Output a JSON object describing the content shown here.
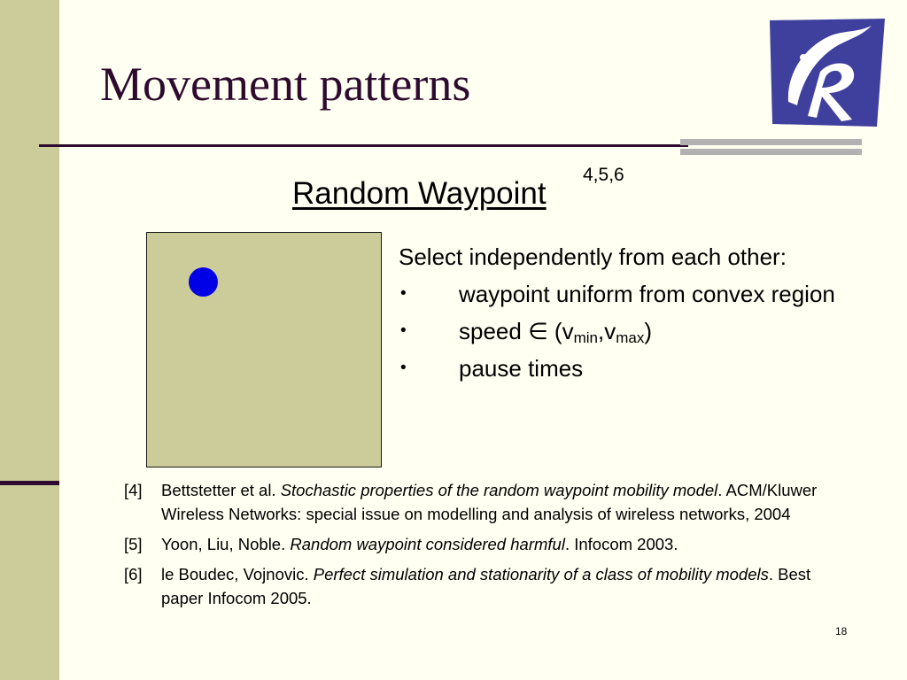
{
  "slide": {
    "title": "Movement patterns",
    "subtitle": "Random Waypoint",
    "subtitle_refs": "4,5,6",
    "page_number": "18"
  },
  "bullets": {
    "lead": "Select independently from each other:",
    "marker": "•",
    "items": [
      {
        "text": "waypoint uniform from convex region"
      },
      {
        "pre": "speed ∈ (v",
        "sub1": "min",
        "mid": ",v",
        "sub2": "max",
        "post": ")"
      },
      {
        "text": "pause times"
      }
    ]
  },
  "references": [
    {
      "num": "[4]",
      "authors": "Bettstetter et al. ",
      "title": "Stochastic properties of the random waypoint mobility model",
      "venue": ". ACM/Kluwer Wireless Networks: special issue on modelling and analysis of wireless networks, 2004"
    },
    {
      "num": "[5]",
      "authors": "Yoon, Liu, Noble. ",
      "title": "Random waypoint considered harmful",
      "venue": ". Infocom 2003."
    },
    {
      "num": "[6]",
      "authors": "le Boudec, Vojnovic. ",
      "title": "Perfect simulation and stationarity of a class of mobility models",
      "venue": ". Best paper Infocom 2005."
    }
  ],
  "colors": {
    "background": "#FFFFF2",
    "band": "#CCCC9A",
    "title": "#2E0A2E",
    "dot": "#0000E6",
    "logo_blue": "#3F3F9E",
    "gray_bar": "#B2B2B2"
  },
  "icons": {
    "logo": "inria-logo"
  }
}
